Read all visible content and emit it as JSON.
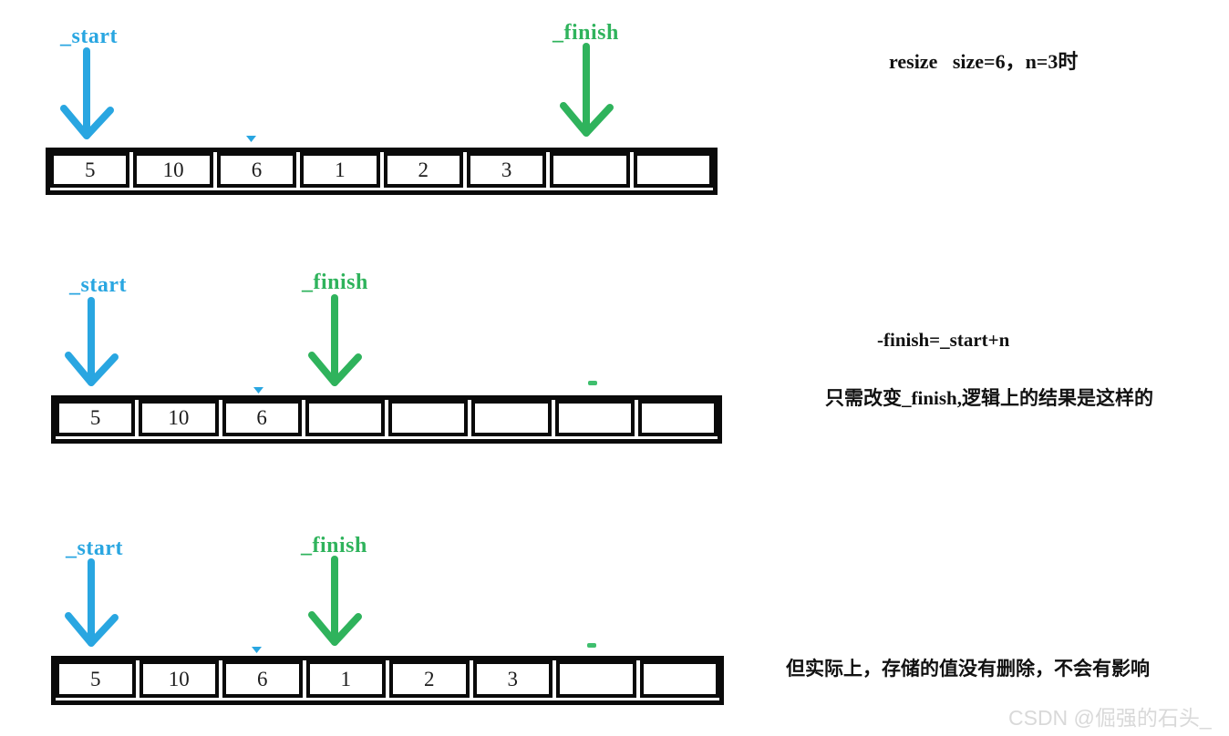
{
  "colors": {
    "start_pointer": "#29a6e1",
    "finish_pointer": "#2fb35c",
    "array_border": "#0a0a0a",
    "watermark": "#d9d9d9"
  },
  "diagrams": [
    {
      "start_label": "_start",
      "finish_label": "_finish",
      "cells": [
        "5",
        "10",
        "6",
        "1",
        "2",
        "3",
        "",
        ""
      ]
    },
    {
      "start_label": "_start",
      "finish_label": "_finish",
      "cells": [
        "5",
        "10",
        "6",
        "",
        "",
        "",
        "",
        ""
      ]
    },
    {
      "start_label": "_start",
      "finish_label": "_finish",
      "cells": [
        "5",
        "10",
        "6",
        "1",
        "2",
        "3",
        "",
        ""
      ]
    }
  ],
  "annotations": {
    "note_resize": "resize   size=6，n=3时",
    "note_formula": "-finish=_start+n",
    "note_logical": "只需改变_finish,逻辑上的结果是这样的",
    "note_actual": "但实际上，存储的值没有删除，不会有影响"
  },
  "watermark": "CSDN @倔强的石头_"
}
